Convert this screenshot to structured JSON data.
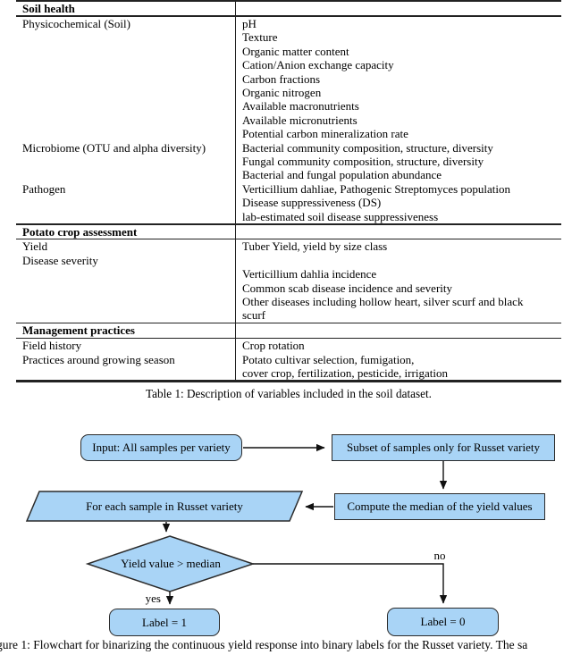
{
  "table": {
    "sections": [
      {
        "header": "Soil health",
        "rows": [
          {
            "l": "Physicochemical (Soil)",
            "r": "pH"
          },
          {
            "l": "",
            "r": "Texture"
          },
          {
            "l": "",
            "r": "Organic matter content"
          },
          {
            "l": "",
            "r": "Cation/Anion exchange capacity"
          },
          {
            "l": "",
            "r": "Carbon fractions"
          },
          {
            "l": "",
            "r": "Organic nitrogen"
          },
          {
            "l": "",
            "r": "Available macronutrients"
          },
          {
            "l": "",
            "r": "Available micronutrients"
          },
          {
            "l": "",
            "r": "Potential carbon mineralization rate"
          },
          {
            "l": "Microbiome (OTU and alpha diversity)",
            "r": "Bacterial community composition, structure, diversity"
          },
          {
            "l": "",
            "r": "Fungal community composition, structure, diversity"
          },
          {
            "l": "",
            "r": "Bacterial and fungal population abundance"
          },
          {
            "l": "Pathogen",
            "r": "Verticillium dahliae, Pathogenic Streptomyces population"
          },
          {
            "l": "",
            "r": "Disease suppressiveness (DS)"
          },
          {
            "l": "",
            "r": "lab-estimated soil disease suppressiveness"
          }
        ]
      },
      {
        "header": "Potato crop assessment",
        "rows": [
          {
            "l": "Yield",
            "r": "Tuber Yield, yield by size class"
          },
          {
            "l": "Disease severity",
            "r": ""
          },
          {
            "l": "",
            "r": "Verticillium dahlia incidence"
          },
          {
            "l": "",
            "r": "Common scab disease incidence and severity"
          },
          {
            "l": "",
            "r": "Other diseases including hollow heart, silver scurf and black"
          },
          {
            "l": "",
            "r": "scurf"
          }
        ]
      },
      {
        "header": "Management practices",
        "rows": [
          {
            "l": "Field history",
            "r": "Crop rotation"
          },
          {
            "l": "Practices around growing season",
            "r": "Potato cultivar selection, fumigation,"
          },
          {
            "l": "",
            "r": "cover crop, fertilization, pesticide, irrigation"
          }
        ]
      }
    ],
    "caption": "Table 1: Description of variables included in the soil dataset."
  },
  "flowchart": {
    "nodes": {
      "input": "Input: All samples per variety",
      "subset": "Subset of samples only for Russet variety",
      "median": "Compute the median of the yield values",
      "foreach": "For each sample in Russet variety",
      "decision": "Yield value > median",
      "label1": "Label = 1",
      "label0": "Label = 0"
    },
    "edge_labels": {
      "yes": "yes",
      "no": "no"
    },
    "colors": {
      "node_fill": "#a9d4f6",
      "node_border": "#2b2b2b"
    }
  },
  "figure_caption": "gure 1: Flowchart for binarizing the continuous yield response into binary labels for the Russet variety. The sa"
}
